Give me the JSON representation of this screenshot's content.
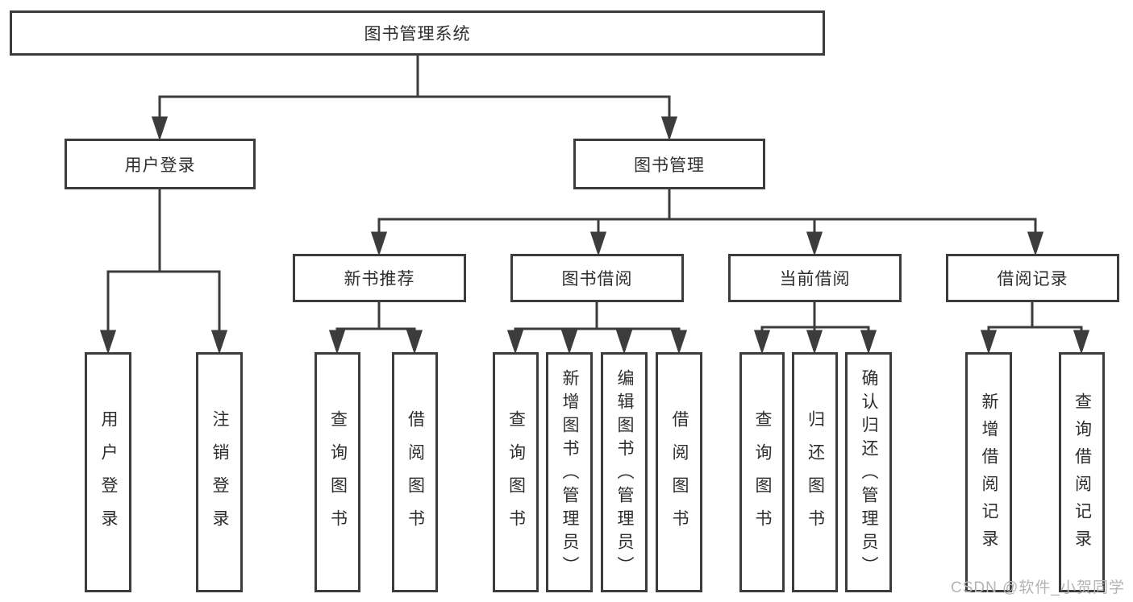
{
  "tree": {
    "root": {
      "label": "图书管理系统"
    },
    "user_login": {
      "label": "用户登录",
      "children": [
        {
          "label": "用户登录"
        },
        {
          "label": "注销登录"
        }
      ]
    },
    "book_management": {
      "label": "图书管理",
      "sections": [
        {
          "label": "新书推荐",
          "children": [
            {
              "label": "查询图书"
            },
            {
              "label": "借阅图书"
            }
          ]
        },
        {
          "label": "图书借阅",
          "children": [
            {
              "label": "查询图书"
            },
            {
              "label": "新增图书（管理员）"
            },
            {
              "label": "编辑图书（管理员）"
            },
            {
              "label": "借阅图书"
            }
          ]
        },
        {
          "label": "当前借阅",
          "children": [
            {
              "label": "查询图书"
            },
            {
              "label": "归还图书"
            },
            {
              "label": "确认归还（管理员）"
            }
          ]
        },
        {
          "label": "借阅记录",
          "children": [
            {
              "label": "新增借阅记录"
            },
            {
              "label": "查询借阅记录"
            }
          ]
        }
      ]
    }
  },
  "watermark": {
    "text": "CSDN @软件_小贺同学"
  },
  "colors": {
    "line": "#3c3c3c",
    "text": "#2e2e2e",
    "background": "#ffffff",
    "watermark_text": "#b4b4b4"
  }
}
